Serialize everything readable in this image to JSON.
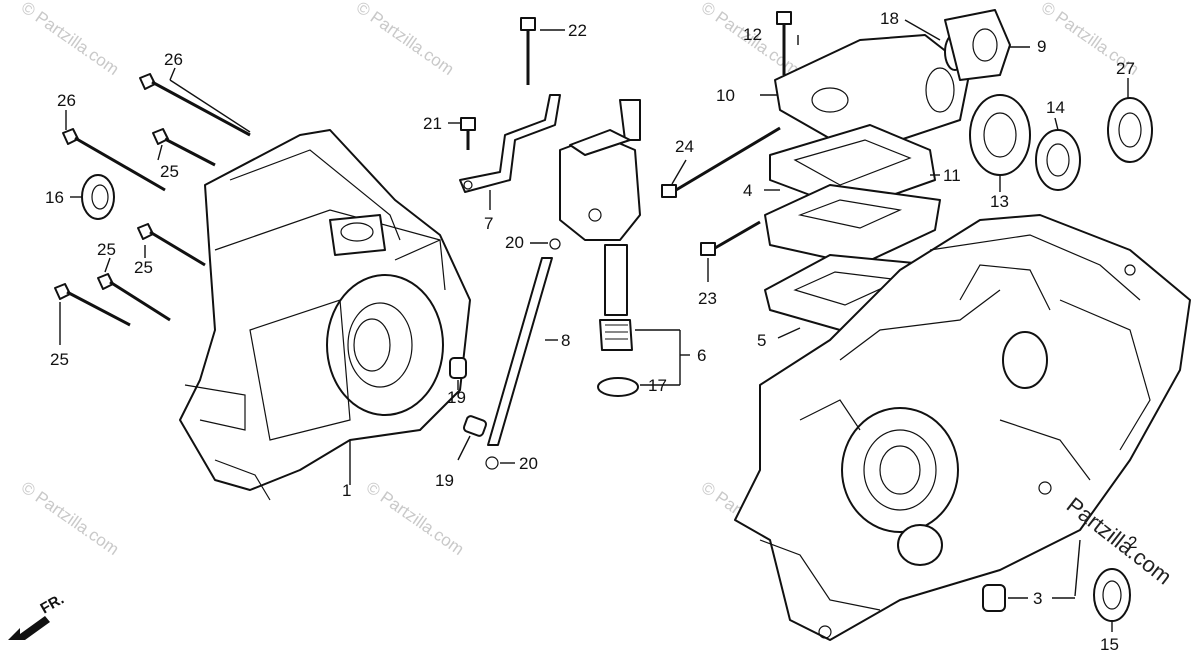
{
  "watermark": "© Partzilla.com",
  "brand": "Partzilla.com",
  "fr_label": "FR.",
  "callouts": [
    {
      "id": "c1",
      "label": "1"
    },
    {
      "id": "c2",
      "label": "2"
    },
    {
      "id": "c3",
      "label": "3"
    },
    {
      "id": "c4",
      "label": "4"
    },
    {
      "id": "c5",
      "label": "5"
    },
    {
      "id": "c6",
      "label": "6"
    },
    {
      "id": "c7",
      "label": "7"
    },
    {
      "id": "c8",
      "label": "8"
    },
    {
      "id": "c9",
      "label": "9"
    },
    {
      "id": "c10",
      "label": "10"
    },
    {
      "id": "c11",
      "label": "11"
    },
    {
      "id": "c12",
      "label": "12"
    },
    {
      "id": "c13",
      "label": "13"
    },
    {
      "id": "c14",
      "label": "14"
    },
    {
      "id": "c15",
      "label": "15"
    },
    {
      "id": "c16",
      "label": "16"
    },
    {
      "id": "c17",
      "label": "17"
    },
    {
      "id": "c18",
      "label": "18"
    },
    {
      "id": "c19a",
      "label": "19"
    },
    {
      "id": "c19b",
      "label": "19"
    },
    {
      "id": "c20a",
      "label": "20"
    },
    {
      "id": "c20b",
      "label": "20"
    },
    {
      "id": "c21",
      "label": "21"
    },
    {
      "id": "c22",
      "label": "22"
    },
    {
      "id": "c23",
      "label": "23"
    },
    {
      "id": "c24",
      "label": "24"
    },
    {
      "id": "c25a",
      "label": "25"
    },
    {
      "id": "c25b",
      "label": "25"
    },
    {
      "id": "c25c",
      "label": "25"
    },
    {
      "id": "c25d",
      "label": "25"
    },
    {
      "id": "c26a",
      "label": "26"
    },
    {
      "id": "c26b",
      "label": "26"
    },
    {
      "id": "c27",
      "label": "27"
    }
  ]
}
